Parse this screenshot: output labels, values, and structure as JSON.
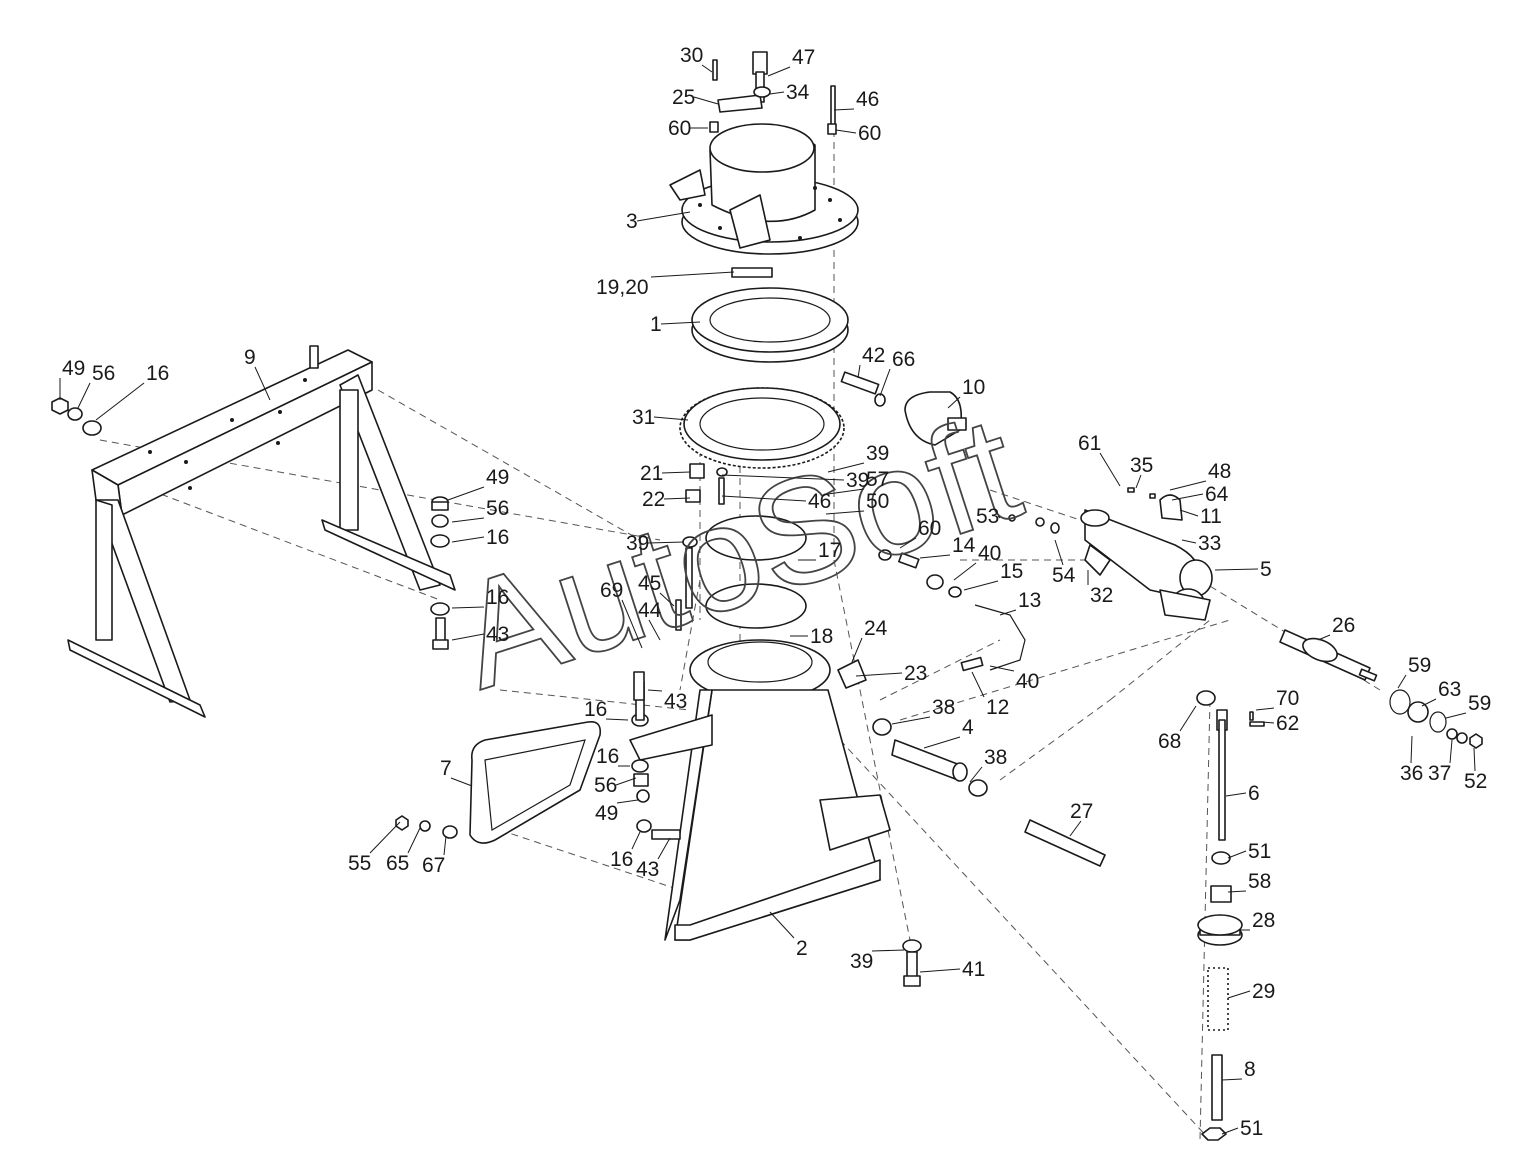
{
  "diagram": {
    "watermark": "AutoSoft",
    "callouts": [
      {
        "text": "30"
      },
      {
        "text": "47"
      },
      {
        "text": "25"
      },
      {
        "text": "34"
      },
      {
        "text": "46"
      },
      {
        "text": "60"
      },
      {
        "text": "60"
      },
      {
        "text": "3"
      },
      {
        "text": "19,20"
      },
      {
        "text": "1"
      },
      {
        "text": "49"
      },
      {
        "text": "56"
      },
      {
        "text": "16"
      },
      {
        "text": "9"
      },
      {
        "text": "42"
      },
      {
        "text": "66"
      },
      {
        "text": "10"
      },
      {
        "text": "31"
      },
      {
        "text": "39"
      },
      {
        "text": "57"
      },
      {
        "text": "21"
      },
      {
        "text": "39"
      },
      {
        "text": "22"
      },
      {
        "text": "46"
      },
      {
        "text": "50"
      },
      {
        "text": "61"
      },
      {
        "text": "35"
      },
      {
        "text": "48"
      },
      {
        "text": "64"
      },
      {
        "text": "11"
      },
      {
        "text": "49"
      },
      {
        "text": "56"
      },
      {
        "text": "16"
      },
      {
        "text": "39"
      },
      {
        "text": "60"
      },
      {
        "text": "14"
      },
      {
        "text": "17"
      },
      {
        "text": "53"
      },
      {
        "text": "33"
      },
      {
        "text": "40"
      },
      {
        "text": "15"
      },
      {
        "text": "54"
      },
      {
        "text": "32"
      },
      {
        "text": "5"
      },
      {
        "text": "69"
      },
      {
        "text": "45"
      },
      {
        "text": "16"
      },
      {
        "text": "13"
      },
      {
        "text": "44"
      },
      {
        "text": "43"
      },
      {
        "text": "18"
      },
      {
        "text": "24"
      },
      {
        "text": "26"
      },
      {
        "text": "23"
      },
      {
        "text": "40"
      },
      {
        "text": "59"
      },
      {
        "text": "63"
      },
      {
        "text": "59"
      },
      {
        "text": "12"
      },
      {
        "text": "43"
      },
      {
        "text": "70"
      },
      {
        "text": "62"
      },
      {
        "text": "38"
      },
      {
        "text": "4"
      },
      {
        "text": "16"
      },
      {
        "text": "68"
      },
      {
        "text": "36"
      },
      {
        "text": "37"
      },
      {
        "text": "52"
      },
      {
        "text": "7"
      },
      {
        "text": "16"
      },
      {
        "text": "38"
      },
      {
        "text": "56"
      },
      {
        "text": "6"
      },
      {
        "text": "49"
      },
      {
        "text": "27"
      },
      {
        "text": "55"
      },
      {
        "text": "65"
      },
      {
        "text": "67"
      },
      {
        "text": "16"
      },
      {
        "text": "43"
      },
      {
        "text": "51"
      },
      {
        "text": "58"
      },
      {
        "text": "28"
      },
      {
        "text": "2"
      },
      {
        "text": "39"
      },
      {
        "text": "41"
      },
      {
        "text": "29"
      },
      {
        "text": "8"
      },
      {
        "text": "51"
      }
    ]
  }
}
